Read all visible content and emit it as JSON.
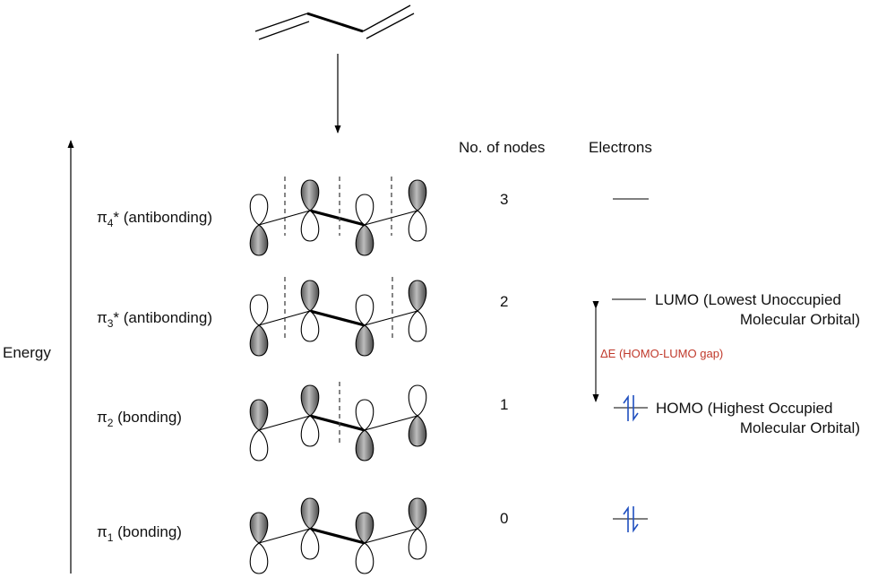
{
  "energy_label": "Energy",
  "headers": {
    "nodes": "No. of nodes",
    "electrons": "Electrons"
  },
  "orbitals": [
    {
      "id": "pi4",
      "symbol": "π",
      "subscript": "4",
      "suffix": "* (antibonding)",
      "nodes": "3",
      "electrons": 0,
      "phases": [
        -1,
        1,
        -1,
        1
      ]
    },
    {
      "id": "pi3",
      "symbol": "π",
      "subscript": "3",
      "suffix": "* (antibonding)",
      "nodes": "2",
      "electrons": 0,
      "phases": [
        -1,
        1,
        -1,
        1
      ]
    },
    {
      "id": "pi2",
      "symbol": "π",
      "subscript": "2",
      "suffix": " (bonding)",
      "nodes": "1",
      "electrons": 2,
      "phases": [
        1,
        1,
        -1,
        -1
      ]
    },
    {
      "id": "pi1",
      "symbol": "π",
      "subscript": "1",
      "suffix": " (bonding)",
      "nodes": "0",
      "electrons": 2,
      "phases": [
        1,
        1,
        1,
        1
      ]
    }
  ],
  "lumo": {
    "line1": "LUMO (Lowest Unoccupied",
    "line2": "Molecular Orbital)"
  },
  "homo": {
    "line1": "HOMO (Highest Occupied",
    "line2": "Molecular Orbital)"
  },
  "gap_label": "ΔE (HOMO-LUMO gap)",
  "colors": {
    "text": "#111111",
    "gap": "#c0392b",
    "electron": "#1f4fbf",
    "lobe_shade": "#8a8a8a"
  }
}
